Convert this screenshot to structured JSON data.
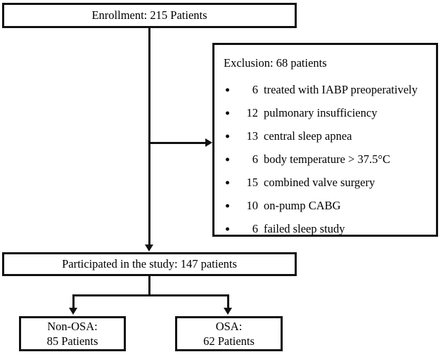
{
  "figure": {
    "type": "flowchart",
    "title": "Patient enrollment and exclusion flow diagram",
    "colors": {
      "stroke": "#111111",
      "background": "#ffffff",
      "text": "#000000"
    }
  },
  "nodes": {
    "enrollment": {
      "label": "Enrollment: 215 Patients",
      "count": 215
    },
    "exclusion": {
      "title": "Exclusion: 68 patients",
      "total": 68,
      "items": [
        {
          "count": "6",
          "label": "treated with IABP preoperatively"
        },
        {
          "count": "12",
          "label": "pulmonary insufficiency"
        },
        {
          "count": "13",
          "label": "central sleep apnea"
        },
        {
          "count": "6",
          "label": "body temperature > 37.5°C"
        },
        {
          "count": "15",
          "label": "combined valve surgery"
        },
        {
          "count": "10",
          "label": "on-pump CABG"
        },
        {
          "count": "6",
          "label": "failed sleep study"
        }
      ]
    },
    "participated": {
      "label": "Participated in the study: 147 patients",
      "count": 147
    },
    "non_osa": {
      "line1": "Non-OSA:",
      "line2": "85 Patients",
      "count": 85
    },
    "osa": {
      "line1": "OSA:",
      "line2": "62 Patients",
      "count": 62
    }
  },
  "connectors": [
    {
      "name": "enrollment-to-participated",
      "style": "arrow-down"
    },
    {
      "name": "enrollment-to-exclusion",
      "style": "arrow-right"
    },
    {
      "name": "participated-to-non-osa",
      "style": "arrow-down"
    },
    {
      "name": "participated-to-osa",
      "style": "arrow-down"
    }
  ]
}
